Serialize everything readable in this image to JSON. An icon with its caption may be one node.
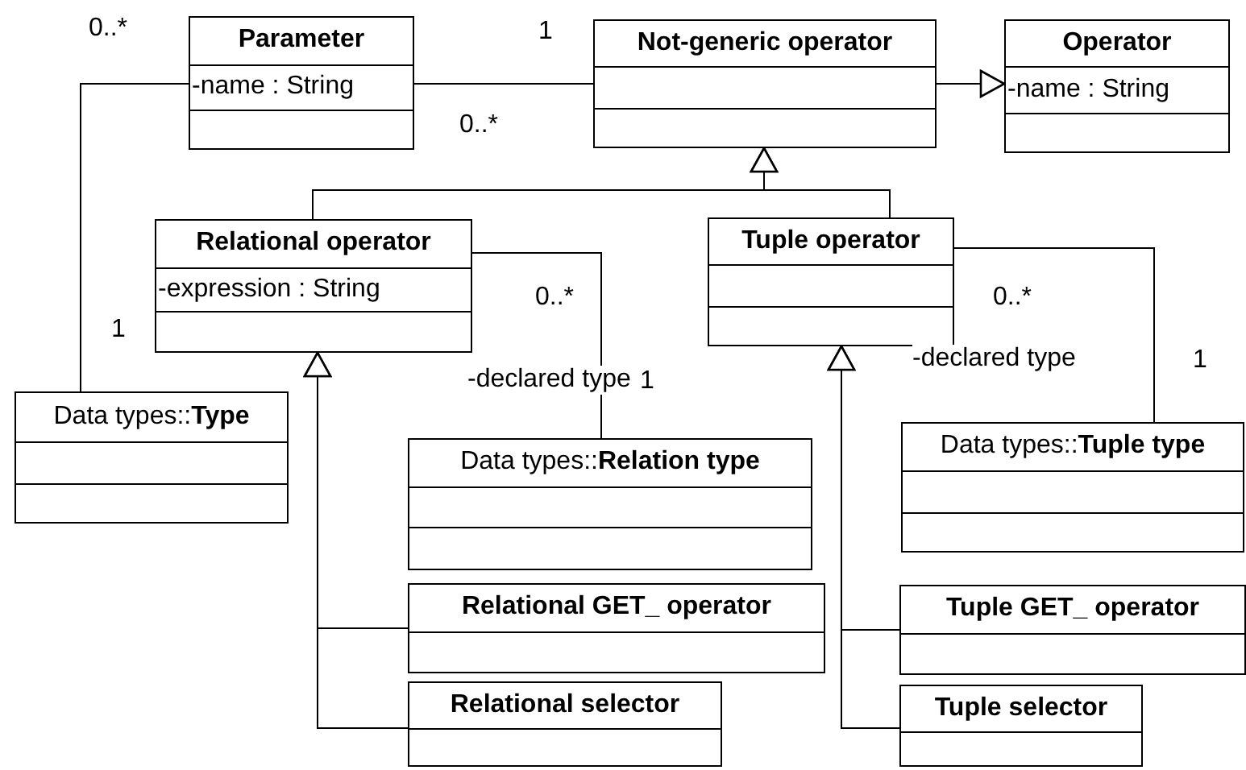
{
  "diagram": {
    "nodes": [
      {
        "text": [
          "Parameter",
          "-name : String"
        ]
      },
      {
        "text": [
          "Not-generic operator"
        ]
      },
      {
        "text": [
          "Operator",
          "-name : String"
        ]
      },
      {
        "text": [
          "Relational operator",
          "-expression : String"
        ]
      },
      {
        "text": [
          "Tuple operator"
        ]
      },
      {
        "text": [
          "Data types::**Type**"
        ]
      },
      {
        "text": [
          "Data types::**Relation type**"
        ]
      },
      {
        "text": [
          "Data types::**Tuple type**"
        ]
      },
      {
        "text": [
          "Relational GET_ operator"
        ]
      },
      {
        "text": [
          "Tuple GET_ operator"
        ]
      },
      {
        "text": [
          "Relational selector"
        ]
      },
      {
        "text": [
          "Tuple selector"
        ]
      }
    ],
    "edges": [
      {
        "from": 0,
        "to": 1,
        "arrow": "none"
      },
      {
        "from": 0,
        "to": 5,
        "arrow": "none"
      },
      {
        "from": 1,
        "to": 2,
        "arrow": "to"
      },
      {
        "from": 3,
        "to": 1,
        "arrow": "to"
      },
      {
        "from": 4,
        "to": 1,
        "arrow": "to"
      },
      {
        "from": 3,
        "to": 6,
        "arrow": "none",
        "label": "-declared type"
      },
      {
        "from": 4,
        "to": 7,
        "arrow": "none",
        "label": "-declared type"
      },
      {
        "from": 8,
        "to": 3,
        "arrow": "to"
      },
      {
        "from": 10,
        "to": 3,
        "arrow": "to"
      },
      {
        "from": 9,
        "to": 4,
        "arrow": "to"
      },
      {
        "from": 11,
        "to": 4,
        "arrow": "to"
      }
    ],
    "labels": [
      "0..*",
      "1",
      "0..*",
      "0..*",
      "0..*",
      "1",
      "1",
      "1"
    ]
  }
}
